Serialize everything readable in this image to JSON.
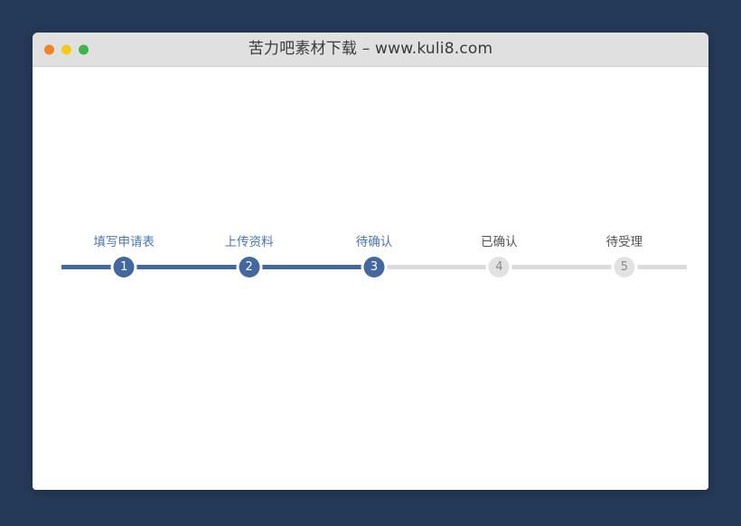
{
  "window": {
    "title": "苦力吧素材下载 – www.kuli8.com",
    "traffic_lights": [
      {
        "name": "close",
        "color": "#f58220"
      },
      {
        "name": "minimize",
        "color": "#f2cb1b"
      },
      {
        "name": "zoom",
        "color": "#3cb64a"
      }
    ]
  },
  "theme": {
    "page_background": "#253a58",
    "titlebar_background": "#e0e0e0",
    "window_background": "#ffffff",
    "active_color": "#43689f",
    "active_label_color": "#4a76b8",
    "inactive_track_color": "#dcdcdc",
    "inactive_circle_color": "#e2e2e2",
    "inactive_number_color": "#8a8a8a",
    "inactive_label_color": "#555555"
  },
  "stepper": {
    "current_step": 3,
    "total_steps": 5,
    "steps": [
      {
        "number": "1",
        "label": "填写申请表",
        "state": "active"
      },
      {
        "number": "2",
        "label": "上传资料",
        "state": "active"
      },
      {
        "number": "3",
        "label": "待确认",
        "state": "active"
      },
      {
        "number": "4",
        "label": "已确认",
        "state": "inactive"
      },
      {
        "number": "5",
        "label": "待受理",
        "state": "inactive"
      }
    ]
  }
}
